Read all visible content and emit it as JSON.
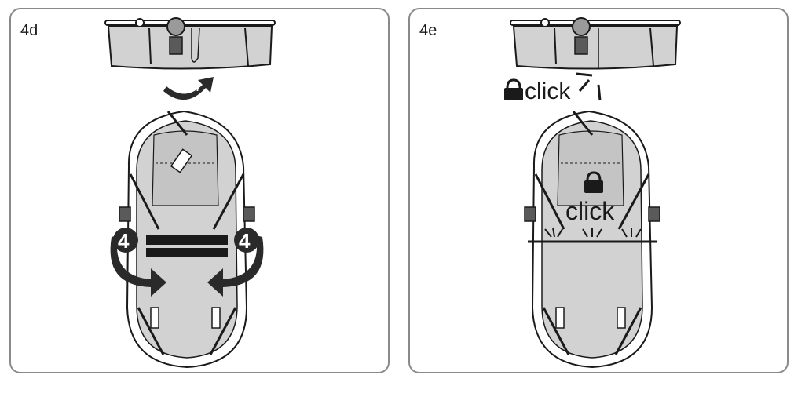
{
  "steps": [
    {
      "label": "4d"
    },
    {
      "label": "4e"
    }
  ],
  "badges": {
    "step_number": "4"
  },
  "callouts": {
    "click_top": "click",
    "click_center": "click"
  },
  "colors": {
    "fabric": "#d2d2d2",
    "outline": "#1a1a1a",
    "arrow": "#2a2a2a",
    "panel_border": "#8a8a8a"
  },
  "icons": [
    "padlock-icon",
    "curved-arrow-icon",
    "click-burst-icon"
  ]
}
